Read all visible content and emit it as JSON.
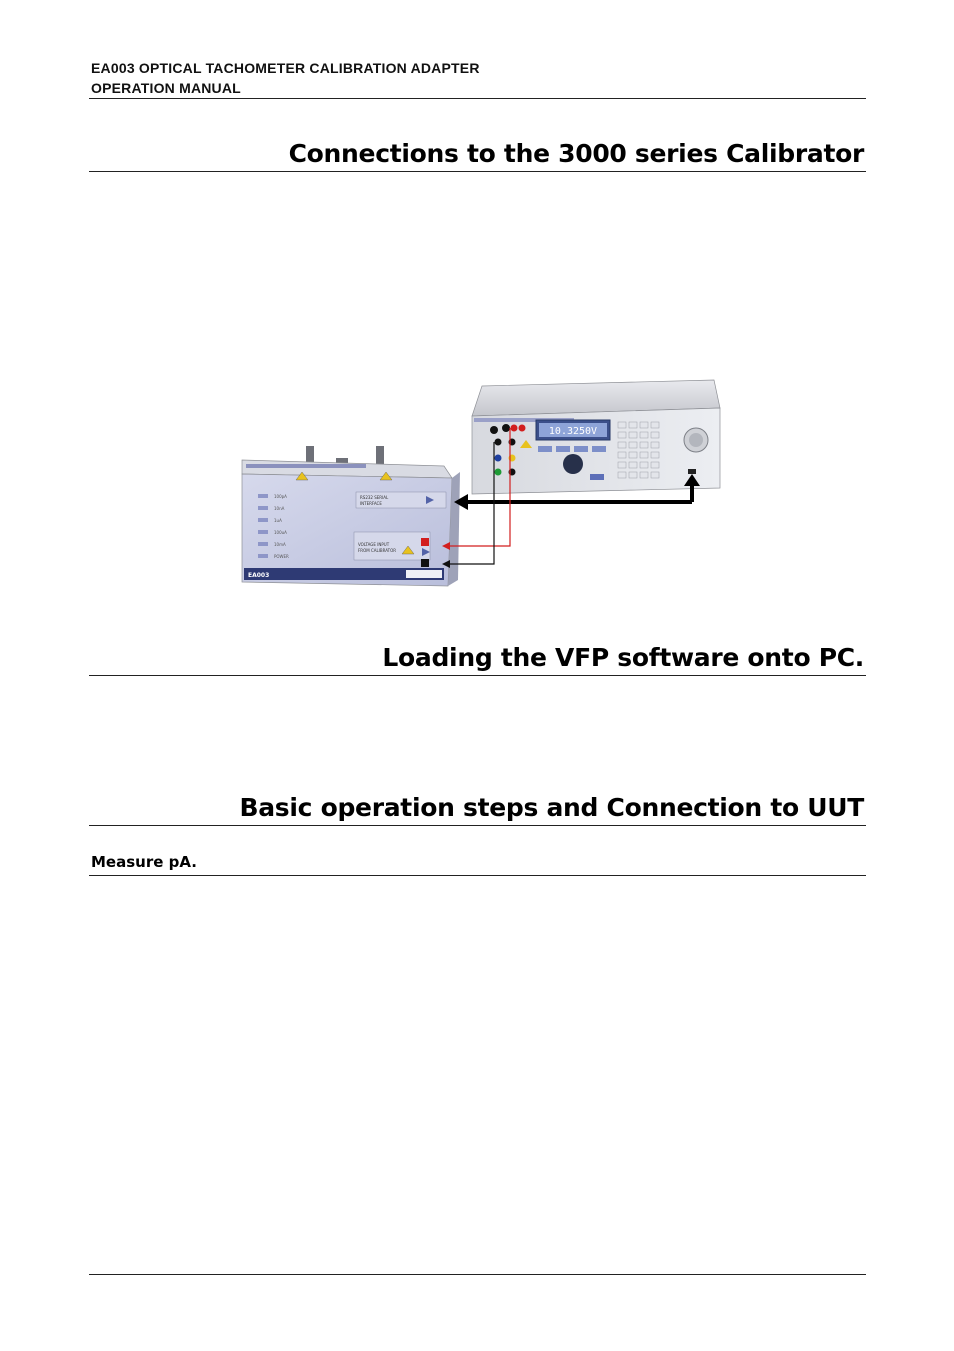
{
  "header": {
    "line1": "EA003 OPTICAL TACHOMETER CALIBRATION ADAPTER",
    "line2": "OPERATION MANUAL"
  },
  "sections": {
    "connections": "Connections to the 3000 series Calibrator",
    "loading": "Loading the VFP software onto PC.",
    "basic": "Basic operation steps and Connection to UUT",
    "measure": "Measure pA."
  },
  "figure": {
    "calibrator_display": "10.3250V",
    "adapter_label": "EA003",
    "input_label_1": "VOLTAGE INPUT",
    "input_label_2": "FROM CALIBRATOR",
    "interface_label_1": "RS232 SERIAL",
    "interface_label_2": "INTERFACE",
    "colors": {
      "red_lead": "#d21e1e",
      "black_lead": "#111111",
      "panel": "#c9cde6"
    }
  }
}
